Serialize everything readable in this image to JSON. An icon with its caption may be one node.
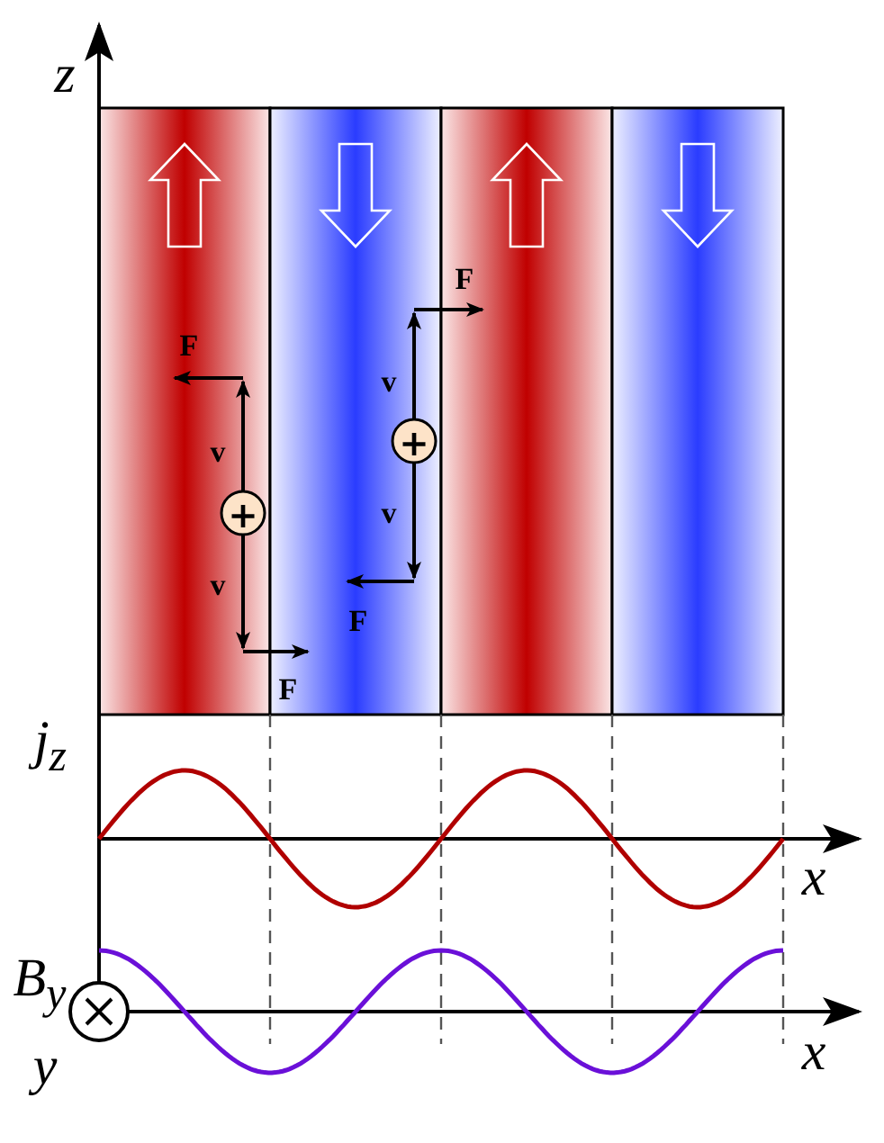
{
  "diagram": {
    "labels": [
      "z",
      "F",
      "F",
      "v",
      "v",
      "+",
      "v",
      "+",
      "v",
      "F",
      "F",
      "j$_{z}$",
      "x",
      "B$_{y}$",
      "x",
      "y"
    ]
  }
}
